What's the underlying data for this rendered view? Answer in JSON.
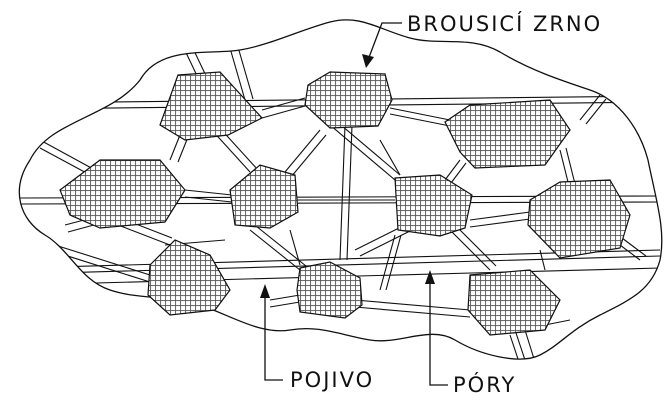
{
  "labels": {
    "grain": "BROUSICÍ ZRNO",
    "binder": "POJIVO",
    "pores": "PÓRY"
  },
  "colors": {
    "ink": "#111111",
    "background": "#ffffff",
    "grain_hatch": "#555555"
  }
}
